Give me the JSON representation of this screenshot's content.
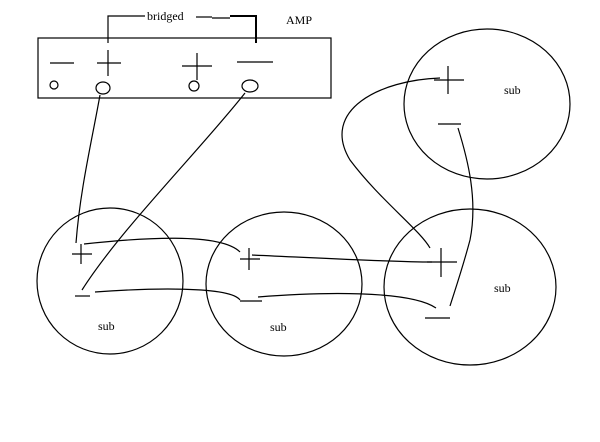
{
  "amp": {
    "label": "AMP",
    "bridge_label": "bridged"
  },
  "subs": [
    {
      "label": "sub"
    },
    {
      "label": "sub"
    },
    {
      "label": "sub"
    },
    {
      "label": "sub"
    }
  ]
}
